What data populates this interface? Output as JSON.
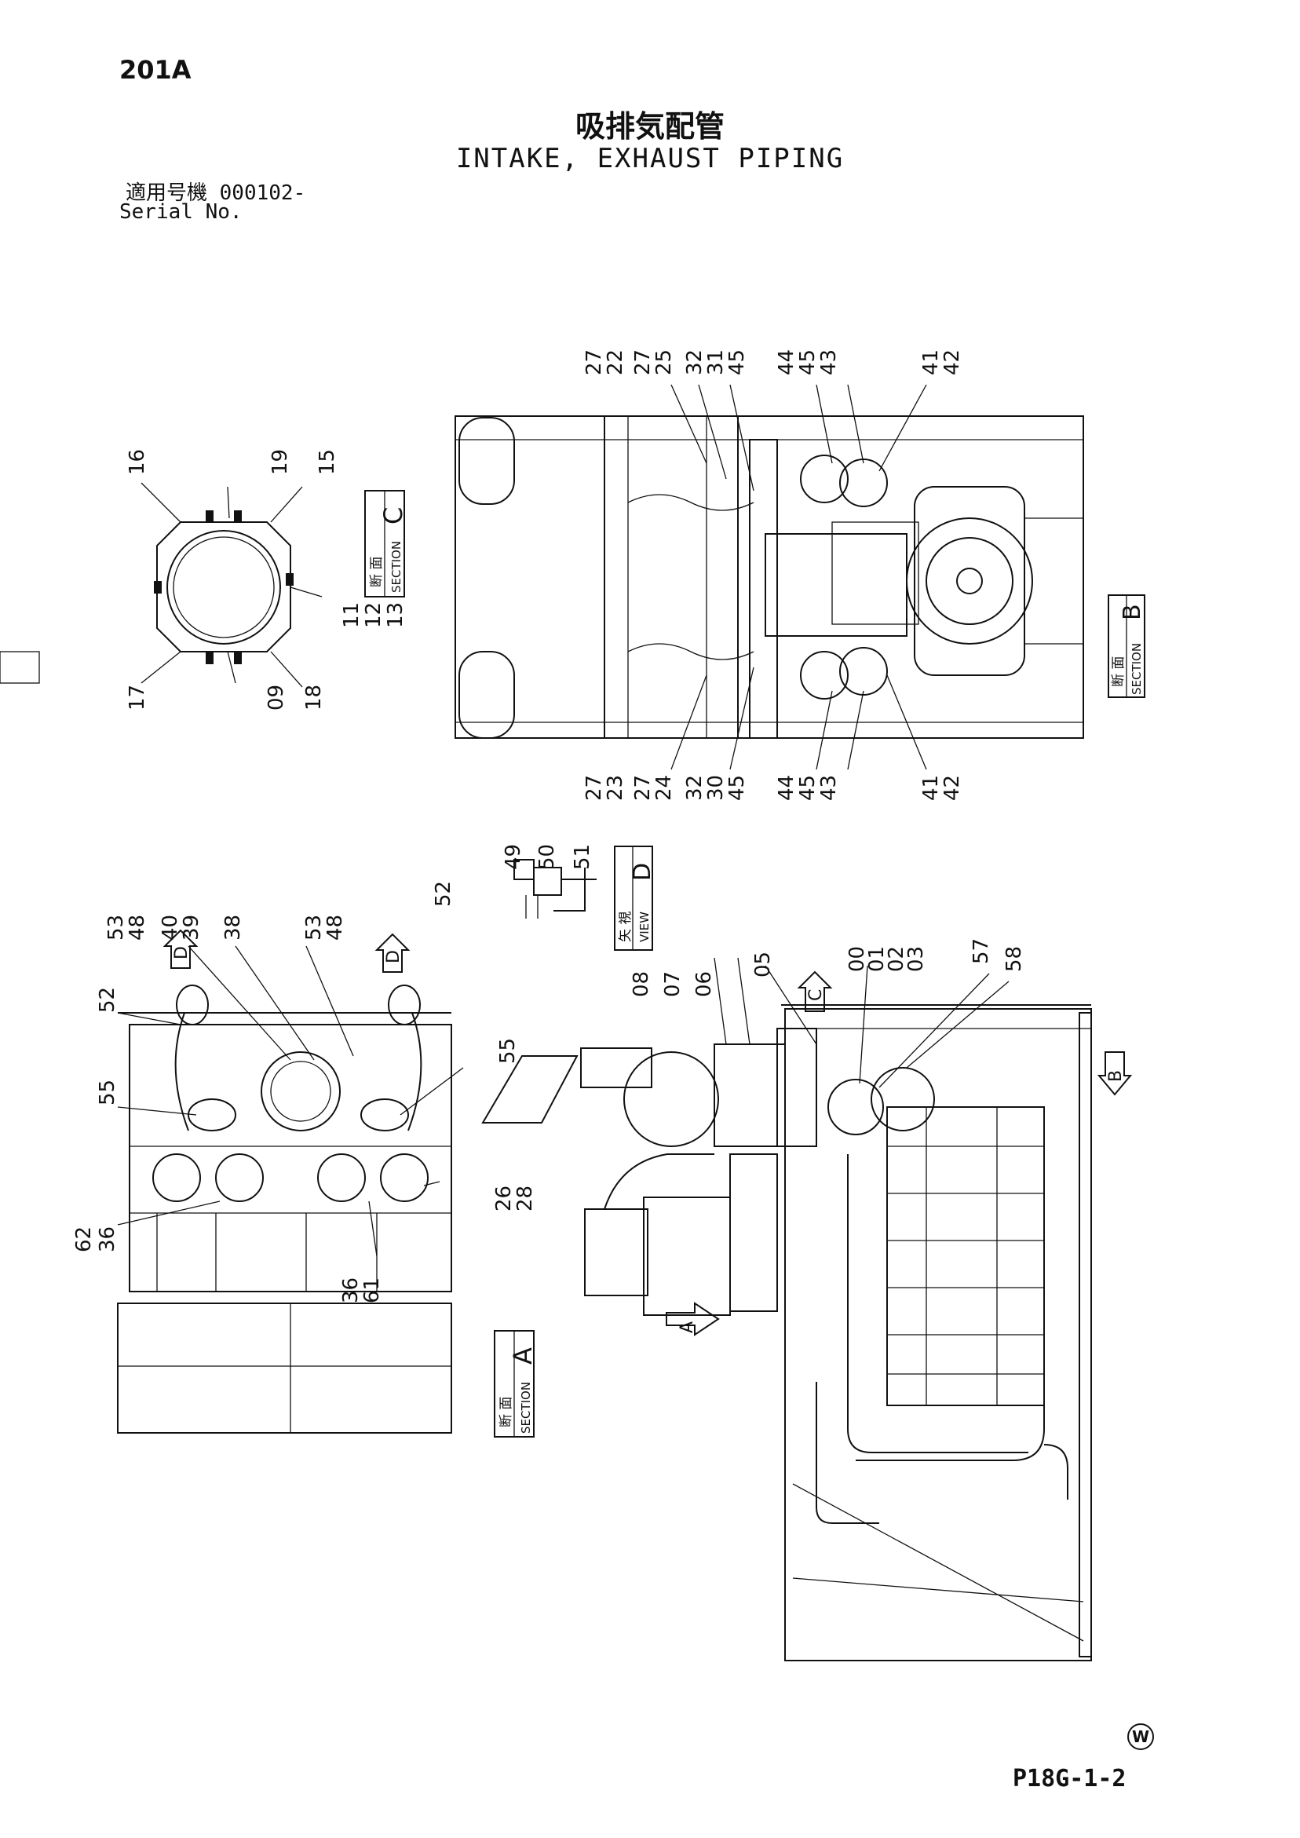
{
  "header": {
    "page_code": "201A",
    "title_jp": "吸排気配管",
    "title_en": "INTAKE, EXHAUST PIPING",
    "serial_jp": "適用号機  000102-",
    "serial_en": "Serial No."
  },
  "footer": {
    "page_number": "P18G-1-2",
    "watermark": "W"
  },
  "sections": {
    "a": {
      "jp": "断 面",
      "en": "SECTION",
      "letter": "A"
    },
    "b": {
      "jp": "断 面",
      "en": "SECTION",
      "letter": "B"
    },
    "c": {
      "jp": "断 面",
      "en": "SECTION",
      "letter": "C"
    },
    "d": {
      "jp": "矢 視",
      "en": "VIEW",
      "letter": "D"
    }
  },
  "callouts": {
    "top_upper": [
      "27",
      "22",
      "27",
      "25",
      "32",
      "31",
      "45",
      "44",
      "45",
      "43",
      "41",
      "42"
    ],
    "top_lower": [
      "27",
      "23",
      "27",
      "24",
      "32",
      "30",
      "45",
      "44",
      "45",
      "43",
      "41",
      "42"
    ],
    "circle_view": [
      "16",
      "19",
      "15",
      "11",
      "12",
      "13",
      "17",
      "09",
      "18"
    ],
    "view_d": [
      "49",
      "50",
      "51"
    ],
    "left_view": [
      "53",
      "48",
      "40",
      "39",
      "38",
      "53",
      "48",
      "52",
      "52",
      "55",
      "55",
      "62",
      "36",
      "36",
      "61",
      "26",
      "28"
    ],
    "right_view": [
      "08",
      "07",
      "06",
      "05",
      "00",
      "01",
      "02",
      "03",
      "57",
      "58"
    ]
  },
  "arrows": {
    "c": "C",
    "b": "B",
    "a": "A",
    "d1": "D",
    "d2": "D"
  }
}
